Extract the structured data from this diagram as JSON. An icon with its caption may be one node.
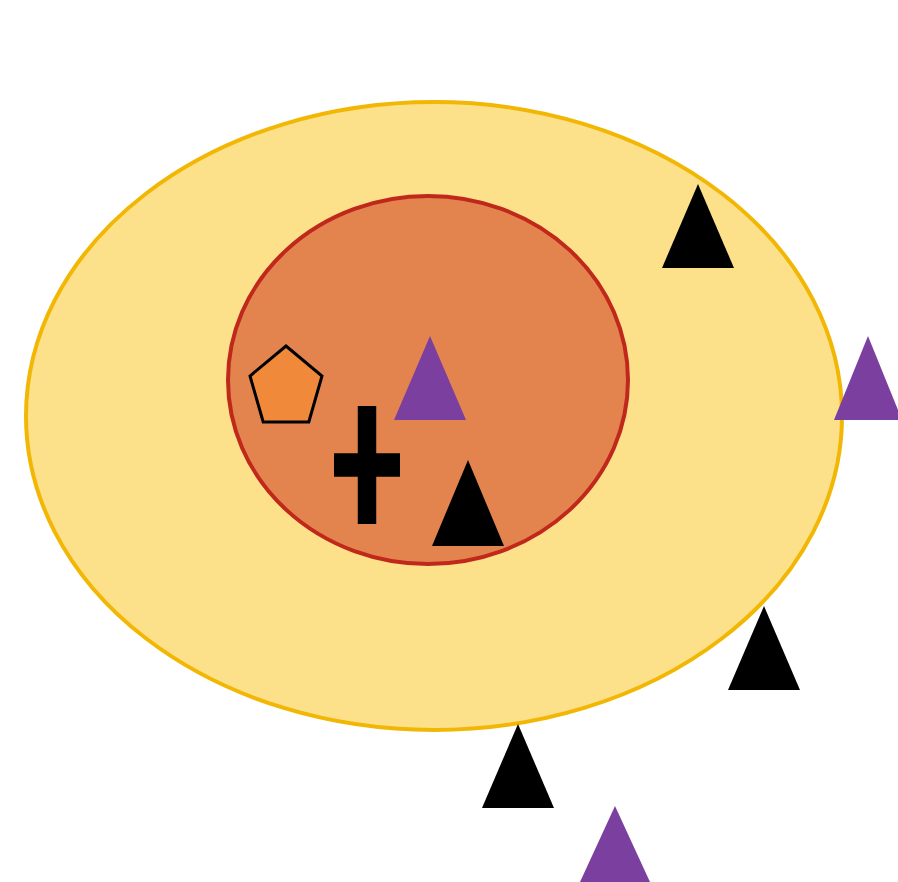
{
  "diagram": {
    "nodes": [
      {
        "text": [],
        "shape": "ellipse"
      },
      {
        "text": [],
        "shape": "ellipse",
        "in": 0
      },
      {
        "text": [],
        "shape": "pentagon",
        "in": 1
      },
      {
        "text": [],
        "shape": "triangle",
        "in": 1
      },
      {
        "text": [],
        "shape": "cross",
        "in": 1
      },
      {
        "text": [],
        "shape": "triangle",
        "in": 1
      },
      {
        "text": [],
        "shape": "triangle",
        "in": 0
      },
      {
        "text": [],
        "shape": "triangle"
      },
      {
        "text": [],
        "shape": "triangle"
      },
      {
        "text": [],
        "shape": "triangle"
      },
      {
        "text": [],
        "shape": "triangle"
      }
    ]
  }
}
